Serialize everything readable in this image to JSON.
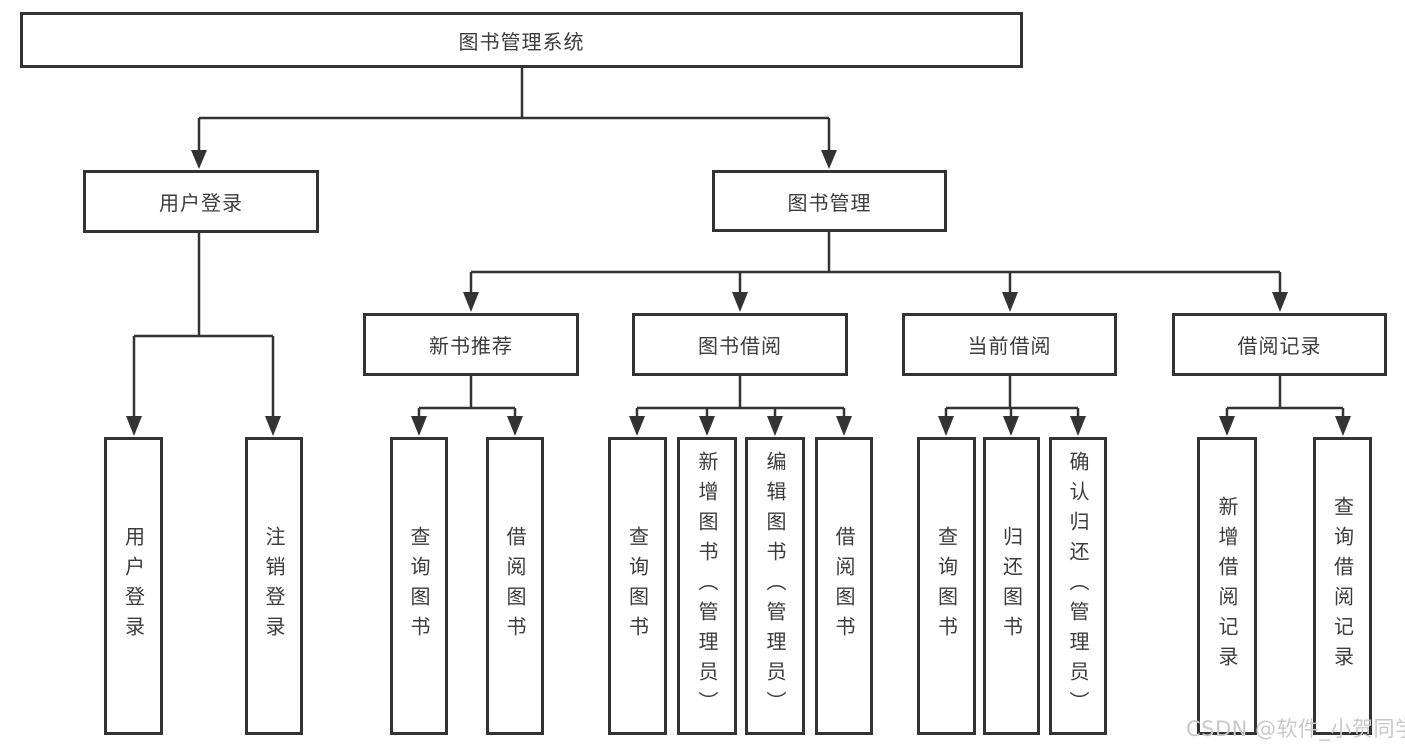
{
  "diagram": {
    "root": {
      "label": "图书管理系统"
    },
    "branches": [
      {
        "label": "用户登录",
        "children": [
          {
            "label": "用户登录"
          },
          {
            "label": "注销登录"
          }
        ]
      },
      {
        "label": "图书管理",
        "children": [
          {
            "label": "新书推荐",
            "children": [
              {
                "label": "查询图书"
              },
              {
                "label": "借阅图书"
              }
            ]
          },
          {
            "label": "图书借阅",
            "children": [
              {
                "label": "查询图书"
              },
              {
                "label": "新增图书（管理员）"
              },
              {
                "label": "编辑图书（管理员）"
              },
              {
                "label": "借阅图书"
              }
            ]
          },
          {
            "label": "当前借阅",
            "children": [
              {
                "label": "查询图书"
              },
              {
                "label": "归还图书"
              },
              {
                "label": "确认归还（管理员）"
              }
            ]
          },
          {
            "label": "借阅记录",
            "children": [
              {
                "label": "新增借阅记录"
              },
              {
                "label": "查询借阅记录"
              }
            ]
          }
        ]
      }
    ]
  },
  "watermark": {
    "text": "CSDN @软件_小贺同学"
  },
  "colors": {
    "line": "#333333",
    "box_border": "#333333",
    "text": "#3c3c3c",
    "watermark": "#c9c9c9",
    "background": "#ffffff"
  }
}
